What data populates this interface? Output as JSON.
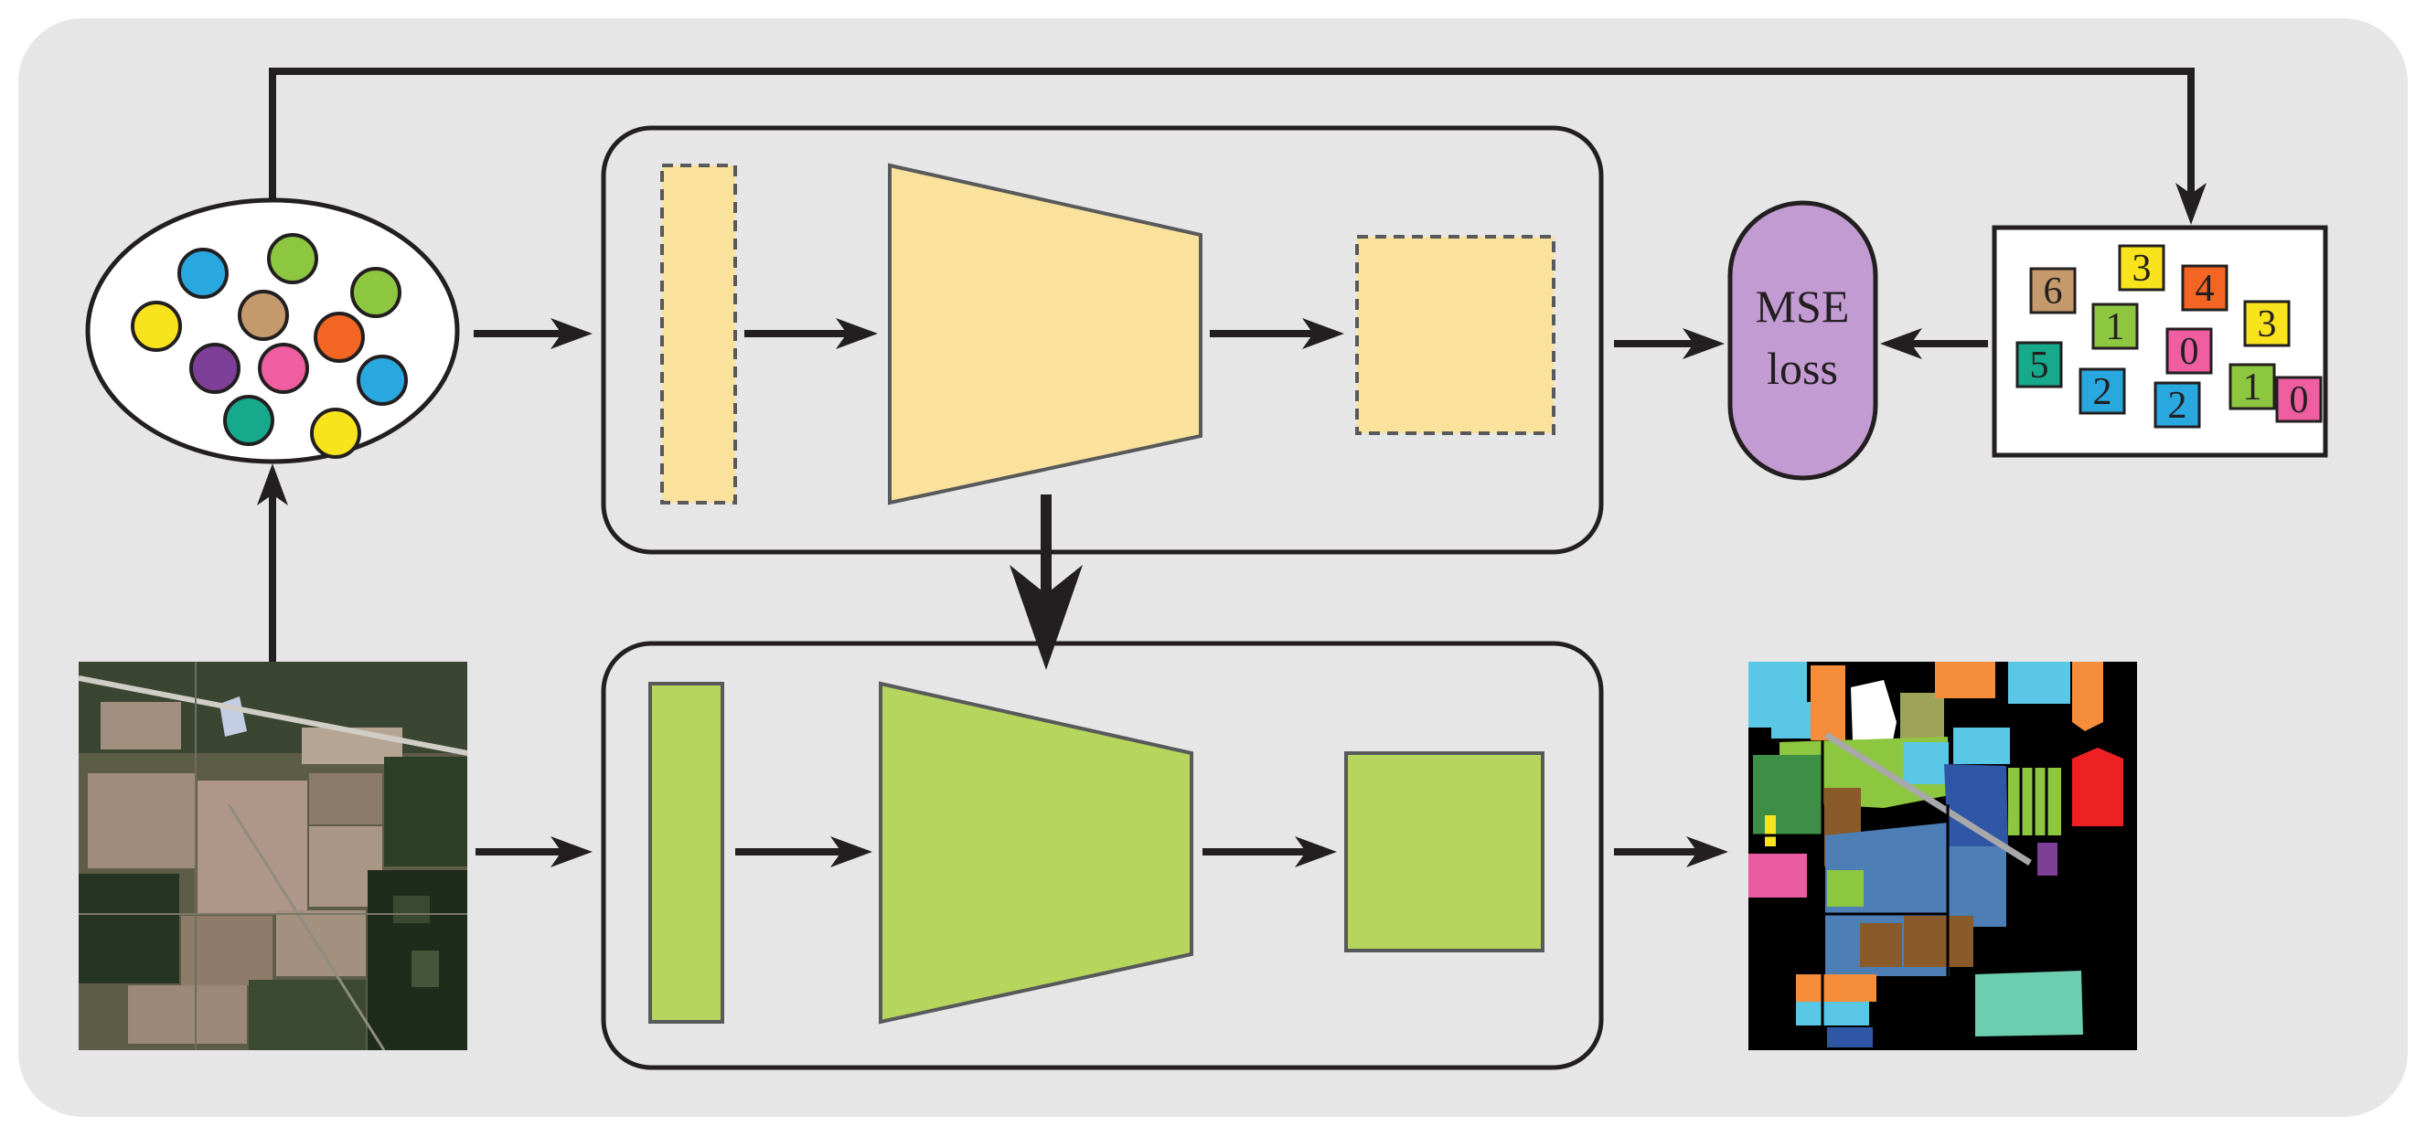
{
  "loss_node": {
    "line1": "MSE",
    "line2": "loss",
    "fill": "#c39bd3"
  },
  "label_box": {
    "labels": [
      {
        "text": "6",
        "color": "#c49a6c"
      },
      {
        "text": "3",
        "color": "#f9e31c"
      },
      {
        "text": "4",
        "color": "#f26522"
      },
      {
        "text": "3",
        "color": "#f9e31c"
      },
      {
        "text": "1",
        "color": "#8dc63f"
      },
      {
        "text": "0",
        "color": "#ee5ea0"
      },
      {
        "text": "5",
        "color": "#17a98b"
      },
      {
        "text": "2",
        "color": "#29a8e0"
      },
      {
        "text": "2",
        "color": "#29a8e0"
      },
      {
        "text": "1",
        "color": "#8dc63f"
      },
      {
        "text": "0",
        "color": "#ee5ea0"
      }
    ]
  },
  "point_cloud": {
    "colors": [
      "#29a8e0",
      "#8dc63f",
      "#8dc63f",
      "#f9e31c",
      "#c49a6c",
      "#f26522",
      "#7d3f98",
      "#ee5ea0",
      "#29a8e0",
      "#17a98b",
      "#f9e31c"
    ]
  },
  "encoders": {
    "top_fill": "#fae29c",
    "bottom_fill": "#b5d55c"
  },
  "colors": {
    "background": "#e6e6e6",
    "arrow": "#231f20",
    "outline": "#58595b"
  }
}
